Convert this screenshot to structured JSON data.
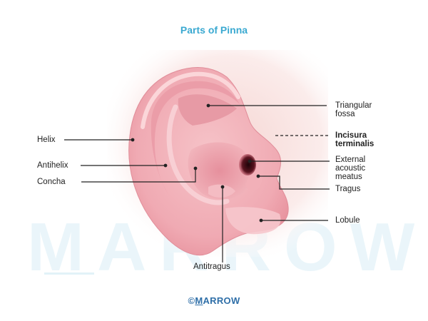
{
  "title": "Parts of Pinna",
  "labels": {
    "helix": "Helix",
    "antihelix": "Antihelix",
    "concha": "Concha",
    "triangular_fossa_1": "Triangular",
    "triangular_fossa_2": "fossa",
    "incisura_1": "Incisura",
    "incisura_2": "terminalis",
    "external_1": "External",
    "external_2": "acoustic",
    "external_3": "meatus",
    "tragus": "Tragus",
    "lobule": "Lobule",
    "antitragus": "Antitragus"
  },
  "watermark": "MARROW",
  "footer": {
    "symbol": "©",
    "brand_first": "M",
    "brand_rest": "ARROW"
  },
  "colors": {
    "title": "#3aa9d1",
    "footer": "#2f6fa8",
    "ear_outer": "#f3b9c0",
    "ear_inner": "#e7939f",
    "skin": "#f9e4e2",
    "canal": "#3a0a12",
    "leader": "#222222"
  }
}
